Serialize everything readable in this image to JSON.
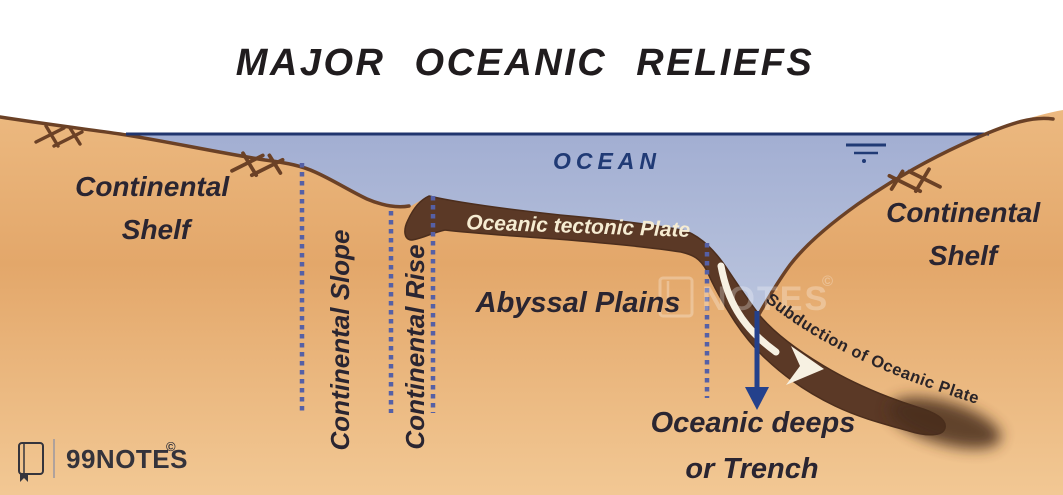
{
  "title": "MAJOR OCEANIC RELIEFS",
  "ocean": "OCEAN",
  "features": {
    "continental_shelf_left": [
      "Continental",
      "Shelf"
    ],
    "continental_slope": "Continental Slope",
    "continental_rise": "Continental Rise",
    "oceanic_tectonic_plate": "Oceanic tectonic Plate",
    "abyssal_plains": "Abyssal Plains",
    "subduction": "Subduction of Oceanic Plate",
    "oceanic_deeps": [
      "Oceanic deeps",
      "or Trench"
    ],
    "continental_shelf_right": [
      "Continental",
      "Shelf"
    ]
  },
  "branding": {
    "logo": "99NOTES",
    "copyright": "©",
    "watermark": "NOTES",
    "watermark_copyright": "©"
  },
  "colors": {
    "land": "#e3a76a",
    "land_light": "#f2c894",
    "ocean_top": "#a2aed2",
    "ocean_bottom": "#ccd4e6",
    "plate_brown": "#5b3926",
    "outline_brown": "#6b4126",
    "navy": "#20386f",
    "dotted_blue": "#5560a6",
    "label_dark": "#2a2531",
    "cream_text": "#f6ecd2"
  }
}
